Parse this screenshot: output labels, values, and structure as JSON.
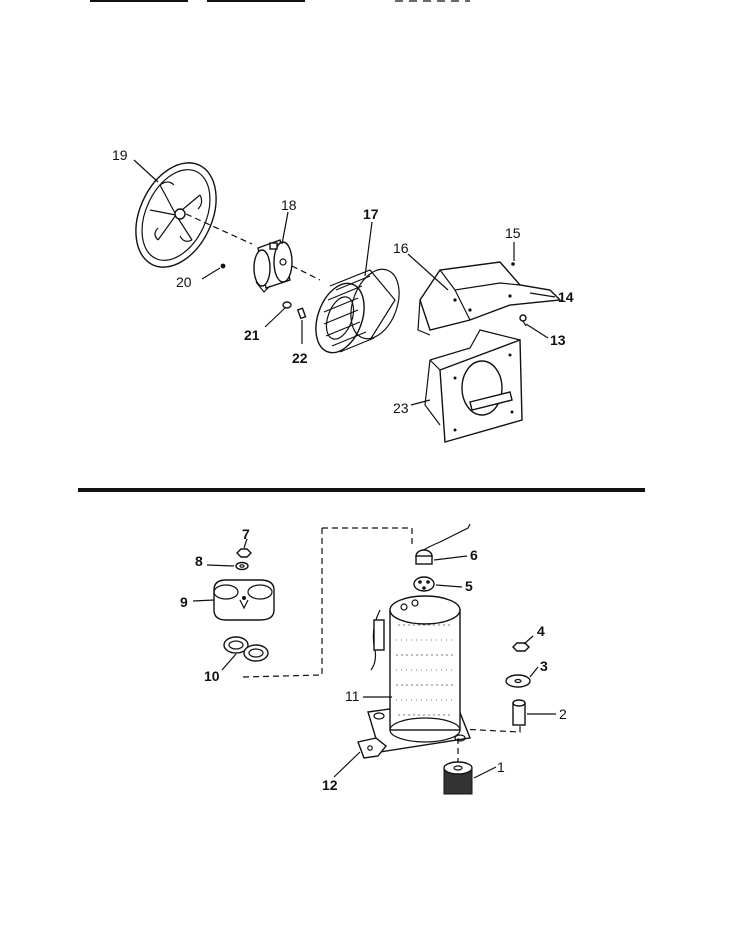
{
  "colors": {
    "ink": "#111111",
    "paper": "#ffffff"
  },
  "upper_assembly": {
    "callouts": [
      {
        "id": "19",
        "label": "19",
        "part": "fan-shroud"
      },
      {
        "id": "18",
        "label": "18",
        "part": "blower-motor"
      },
      {
        "id": "17",
        "label": "17",
        "part": "blower-wheel"
      },
      {
        "id": "16",
        "label": "16",
        "part": "scroll-cover"
      },
      {
        "id": "15",
        "label": "15",
        "part": "screw"
      },
      {
        "id": "14",
        "label": "14",
        "part": "scroll-top"
      },
      {
        "id": "13",
        "label": "13",
        "part": "screw"
      },
      {
        "id": "20",
        "label": "20",
        "part": "screw"
      },
      {
        "id": "21",
        "label": "21",
        "part": "nut"
      },
      {
        "id": "22",
        "label": "22",
        "part": "set-screw"
      },
      {
        "id": "23",
        "label": "23",
        "part": "blower-housing"
      }
    ]
  },
  "lower_assembly": {
    "callouts": [
      {
        "id": "7",
        "label": "7",
        "part": "nut"
      },
      {
        "id": "8",
        "label": "8",
        "part": "washer"
      },
      {
        "id": "9",
        "label": "9",
        "part": "terminal-cover"
      },
      {
        "id": "10",
        "label": "10",
        "part": "gasket"
      },
      {
        "id": "6",
        "label": "6",
        "part": "overload"
      },
      {
        "id": "5",
        "label": "5",
        "part": "terminal-block"
      },
      {
        "id": "4",
        "label": "4",
        "part": "nut"
      },
      {
        "id": "3",
        "label": "3",
        "part": "washer"
      },
      {
        "id": "2",
        "label": "2",
        "part": "sleeve"
      },
      {
        "id": "11",
        "label": "11",
        "part": "compressor"
      },
      {
        "id": "12",
        "label": "12",
        "part": "bracket"
      },
      {
        "id": "1",
        "label": "1",
        "part": "grommet"
      }
    ]
  }
}
